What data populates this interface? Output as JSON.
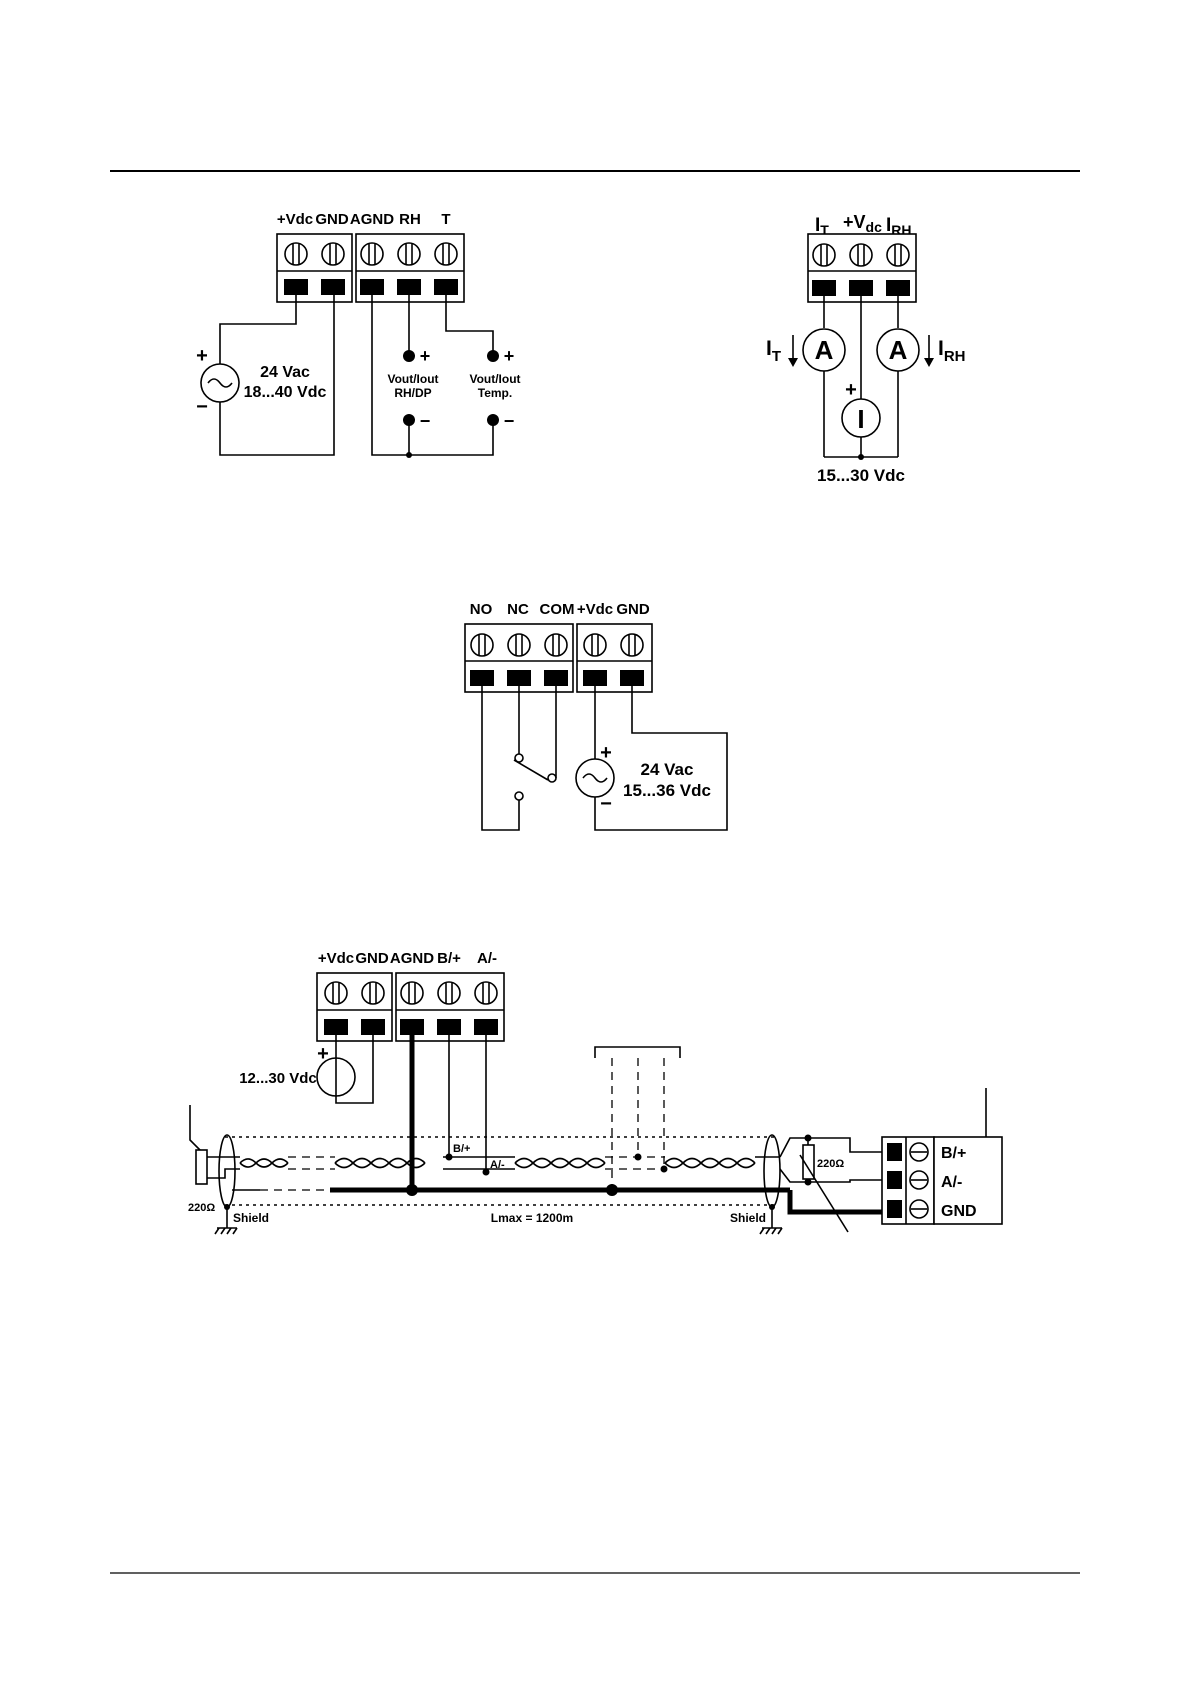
{
  "diagram1": {
    "terminals": [
      "+Vdc",
      "GND",
      "AGND",
      "RH",
      "T"
    ],
    "supply": [
      "24 Vac",
      "18...40 Vdc"
    ],
    "out_rh": [
      "Vout/Iout",
      "RH/DP"
    ],
    "out_temp": [
      "Vout/Iout",
      "Temp."
    ],
    "plus": "+",
    "minus": "−"
  },
  "diagram2": {
    "terminal_it": "I",
    "terminal_it_sub": "T",
    "terminal_vdc": "+V",
    "terminal_vdc_sub": "dc",
    "terminal_irh": "I",
    "terminal_irh_sub": "RH",
    "meter_a": "A",
    "meter_i": "I",
    "label_it": "I",
    "label_it_sub": "T",
    "label_irh": "I",
    "label_irh_sub": "RH",
    "supply": "15...30 Vdc",
    "plus": "+"
  },
  "diagram3": {
    "terminals": [
      "NO",
      "NC",
      "COM",
      "+Vdc",
      "GND"
    ],
    "supply": [
      "24 Vac",
      "15...36 Vdc"
    ],
    "plus": "+",
    "minus": "−"
  },
  "diagram4": {
    "terminals": [
      "+Vdc",
      "GND",
      "AGND",
      "B/+",
      "A/-"
    ],
    "supply": "12...30 Vdc",
    "plus": "+",
    "resistor_left": "220Ω",
    "resistor_right": "220Ω",
    "shield_left": "Shield",
    "shield_right": "Shield",
    "length": "Lmax = 1200m",
    "wire_b": "B/+",
    "wire_a": "A/-",
    "remote_terminals": [
      "B/+",
      "A/-",
      "GND"
    ]
  }
}
